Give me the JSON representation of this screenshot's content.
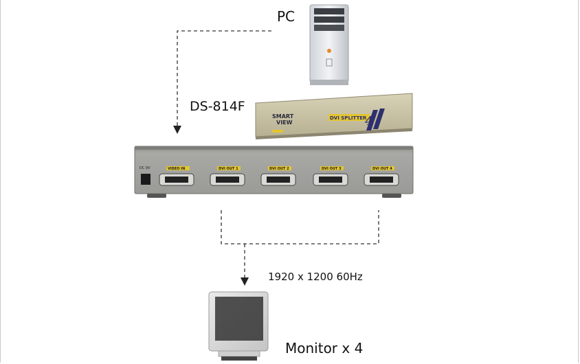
{
  "labels": {
    "pc": "PC",
    "model": "DS-814F",
    "resolution": "1920 x 1200  60Hz",
    "monitor": "Monitor x 4"
  },
  "device_front": {
    "brand_line1": "SMART",
    "brand_line2": "VIEW",
    "product_text": "DVI SPLITTER",
    "port_count": "4"
  },
  "device_back": {
    "power_label": "DC 9V",
    "input_label": "VIDEO IN",
    "outputs": [
      "DVI OUT 1",
      "DVI OUT 2",
      "DVI OUT 3",
      "DVI OUT 4"
    ]
  },
  "colors": {
    "device_body": "#c9c3a6",
    "device_back": "#9a9a96",
    "port_label": "#e3c531",
    "accent_navy": "#2d2f6e",
    "line": "#333333"
  }
}
